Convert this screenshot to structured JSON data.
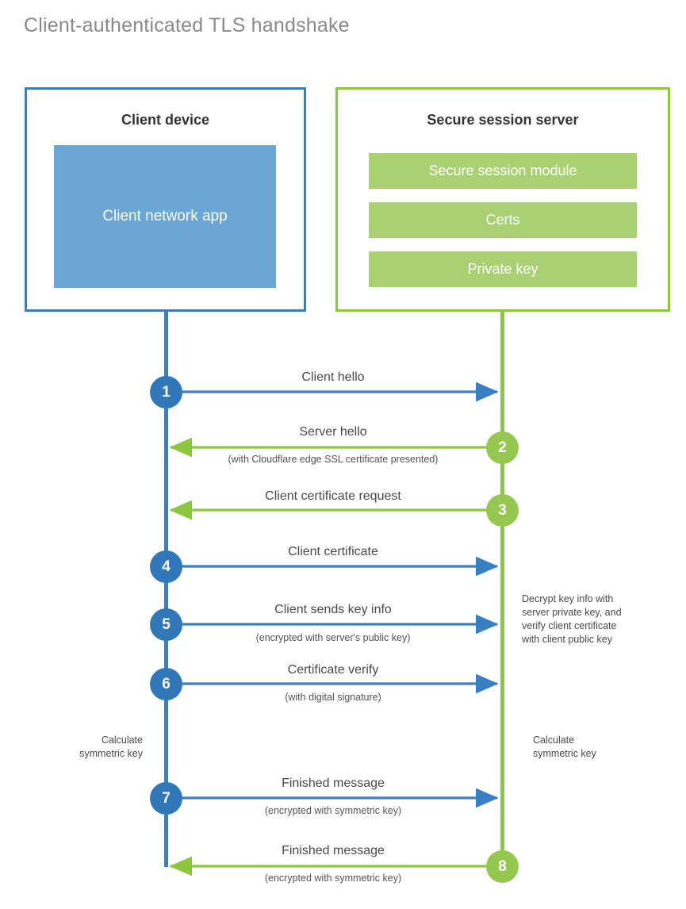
{
  "title": "Client-authenticated TLS handshake",
  "colors": {
    "client_accent": "#3a7fc1",
    "client_fill": "#6aa6d6",
    "client_circle": "#3178b8",
    "server_accent": "#8dc63f",
    "server_fill": "#a9d173",
    "server_circle": "#96c851",
    "title_text": "#8a8a8a",
    "body_text": "#4a4a4a"
  },
  "parties": {
    "client": {
      "title": "Client device",
      "app_label": "Client network app"
    },
    "server": {
      "title": "Secure session server",
      "bars": [
        {
          "label": "Secure session module"
        },
        {
          "label": "Certs"
        },
        {
          "label": "Private key"
        }
      ]
    }
  },
  "steps": [
    {
      "number": "1",
      "label": "Client hello",
      "sub": "",
      "direction": "client-to-server",
      "color": "blue"
    },
    {
      "number": "2",
      "label": "Server hello",
      "sub": "(with Cloudflare edge SSL certificate presented)",
      "direction": "server-to-client",
      "color": "green"
    },
    {
      "number": "3",
      "label": "Client certificate request",
      "sub": "",
      "direction": "server-to-client",
      "color": "green"
    },
    {
      "number": "4",
      "label": "Client certificate",
      "sub": "",
      "direction": "client-to-server",
      "color": "blue"
    },
    {
      "number": "5",
      "label": "Client sends key info",
      "sub": "(encrypted with server's public key)",
      "direction": "client-to-server",
      "color": "blue"
    },
    {
      "number": "6",
      "label": "Certificate verify",
      "sub": "(with digital signature)",
      "direction": "client-to-server",
      "color": "blue"
    },
    {
      "number": "7",
      "label": "Finished message",
      "sub": "(encrypted with symmetric key)",
      "direction": "client-to-server",
      "color": "blue"
    },
    {
      "number": "8",
      "label": "Finished message",
      "sub": "(encrypted with symmetric key)",
      "direction": "server-to-client",
      "color": "green"
    }
  ],
  "annotations": {
    "server_decrypt": "Decrypt key info with server private key, and verify client certificate with client public key",
    "server_decrypt_lines": [
      "Decrypt key info with",
      "server private key, and",
      "verify client certificate",
      "with client public key"
    ],
    "client_calc": [
      "Calculate",
      "symmetric key"
    ],
    "server_calc": [
      "Calculate",
      "symmetric key"
    ]
  }
}
